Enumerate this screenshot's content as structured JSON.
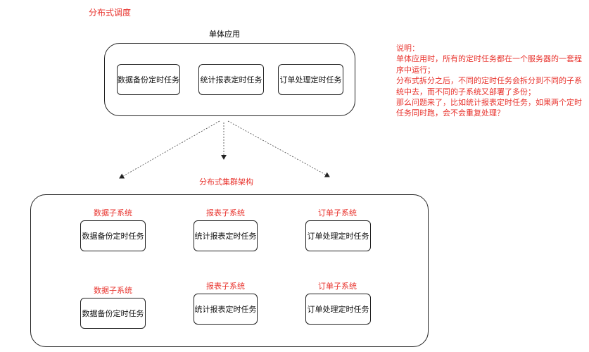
{
  "page_title": "分布式调度",
  "monolith": {
    "label": "单体应用",
    "tasks": [
      "数据备份定时任务",
      "统计报表定时任务",
      "订单处理定时任务"
    ]
  },
  "cluster": {
    "label": "分布式集群架构",
    "subsystems_top": [
      {
        "name": "数据子系统",
        "task": "数据备份定时任务"
      },
      {
        "name": "报表子系统",
        "task": "统计报表定时任务"
      },
      {
        "name": "订单子系统",
        "task": "订单处理定时任务"
      }
    ],
    "subsystems_bottom": [
      {
        "name": "数据子系统",
        "task": "数据备份定时任务"
      },
      {
        "name": "报表子系统",
        "task": "统计报表定时任务"
      },
      {
        "name": "订单子系统",
        "task": "订单处理定时任务"
      }
    ]
  },
  "note": {
    "heading": "说明：",
    "lines": [
      "单体应用时，所有的定时任务都在一个服务器的一套程序中运行；",
      "分布式拆分之后，不同的定时任务会拆分到不同的子系统中去，而不同的子系统又部署了多份；",
      "那么问题来了，比如统计报表定时任务，如果两个定时任务同时跑，会不会重复处理？"
    ]
  },
  "colors": {
    "accent_red": "#e8322c",
    "stroke": "#222222"
  }
}
